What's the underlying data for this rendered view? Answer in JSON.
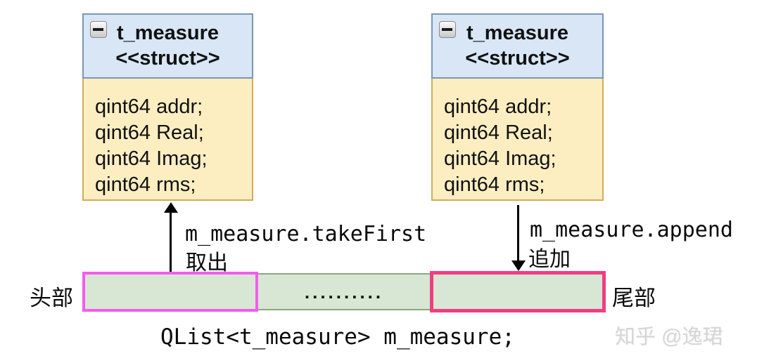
{
  "diagram": {
    "structs": [
      {
        "title": "t_measure",
        "stereotype": "<<struct>>",
        "fields": [
          "qint64 addr;",
          "qint64 Real;",
          "qint64 Imag;",
          "qint64 rms;"
        ]
      },
      {
        "title": "t_measure",
        "stereotype": "<<struct>>",
        "fields": [
          "qint64 addr;",
          "qint64 Real;",
          "qint64 Imag;",
          "qint64 rms;"
        ]
      }
    ],
    "take_operation": {
      "code": "m_measure.takeFirst",
      "caption": "取出"
    },
    "append_operation": {
      "code": "m_measure.append",
      "caption": "追加"
    },
    "list": {
      "head_label": "头部",
      "tail_label": "尾部",
      "ellipsis": "..........",
      "declaration": "QList<t_measure> m_measure;"
    },
    "watermark": "知乎 @逸珺",
    "colors": {
      "struct_header_fill": "#d8e6f6",
      "struct_header_stroke": "#7b96b5",
      "struct_body_fill": "#fdeec2",
      "struct_body_stroke": "#cfae57",
      "cell_fill": "#d7e7d3",
      "cell_stroke": "#8ba97d",
      "head_cell_stroke": "#f45cf0",
      "tail_cell_stroke": "#ef3e82",
      "arrow": "#000000",
      "watermark_color": "#d6d6d6"
    }
  }
}
